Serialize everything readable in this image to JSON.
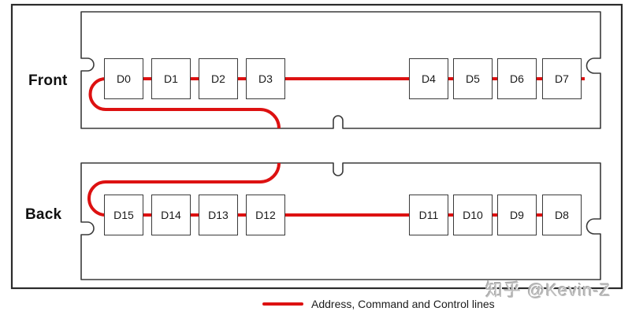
{
  "diagram": {
    "front_label": "Front",
    "back_label": "Back",
    "front_chips": [
      "D0",
      "D1",
      "D2",
      "D3",
      "D4",
      "D5",
      "D6",
      "D7"
    ],
    "back_chips": [
      "D15",
      "D14",
      "D13",
      "D12",
      "D11",
      "D10",
      "D9",
      "D8"
    ],
    "legend": {
      "label": "Address, Command and Control lines"
    },
    "watermark": "知乎 @Kevin-Z",
    "colors": {
      "trace_red": "#dd1111",
      "board_outline": "#3a3a3a",
      "outer_frame": "#2b2b2b",
      "watermark_gray": "#bbbbbb"
    }
  }
}
